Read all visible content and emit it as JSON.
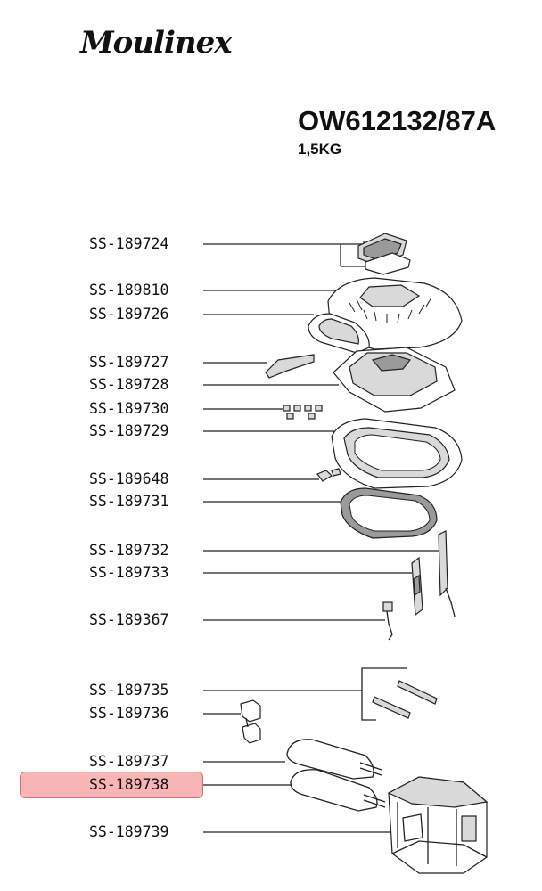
{
  "brand": "Moulinex",
  "model": "OW612132/87A",
  "capacity": "1,5KG",
  "highlighted_part": "SS-189738",
  "parts": [
    {
      "code": "SS-189724",
      "icon": "lid-window-icon"
    },
    {
      "code": "SS-189810",
      "icon": "top-cover-icon"
    },
    {
      "code": "SS-189726",
      "icon": "inner-lid-frame-icon"
    },
    {
      "code": "SS-189727",
      "icon": "handle-icon"
    },
    {
      "code": "SS-189728",
      "icon": "lid-housing-icon"
    },
    {
      "code": "SS-189730",
      "icon": "screws-icon"
    },
    {
      "code": "SS-189729",
      "icon": "lid-gasket-frame-icon"
    },
    {
      "code": "SS-189648",
      "icon": "small-clip-icon"
    },
    {
      "code": "SS-189731",
      "icon": "seal-ring-icon"
    },
    {
      "code": "SS-189732",
      "icon": "control-board-icon"
    },
    {
      "code": "SS-189733",
      "icon": "side-panel-icon"
    },
    {
      "code": "SS-189367",
      "icon": "sensor-icon"
    },
    {
      "code": "SS-189735",
      "icon": "heating-rods-icon"
    },
    {
      "code": "SS-189736",
      "icon": "brackets-icon"
    },
    {
      "code": "SS-189737",
      "icon": "heating-element-upper-icon"
    },
    {
      "code": "SS-189738",
      "icon": "heating-element-lower-icon"
    },
    {
      "code": "SS-189739",
      "icon": "baking-chamber-icon"
    }
  ]
}
